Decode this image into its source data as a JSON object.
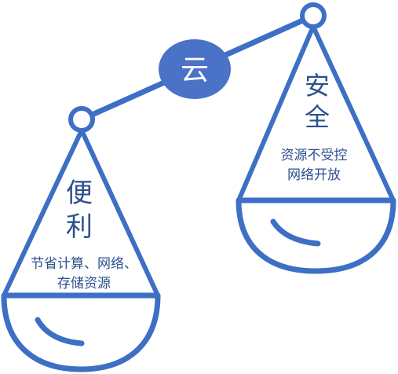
{
  "colors": {
    "stroke": "#3d6fc4",
    "hub_fill": "#4a72c6",
    "hub_text": "#ffffff",
    "label_text": "#2c4f8f",
    "background": "#ffffff"
  },
  "beam": {
    "center_label": "云"
  },
  "left_pan": {
    "title_chars": [
      "便",
      "利"
    ],
    "lines": [
      "节省计算、网络、",
      "存储资源"
    ]
  },
  "right_pan": {
    "title_chars": [
      "安",
      "全"
    ],
    "lines": [
      "资源不受控",
      "网络开放"
    ]
  }
}
